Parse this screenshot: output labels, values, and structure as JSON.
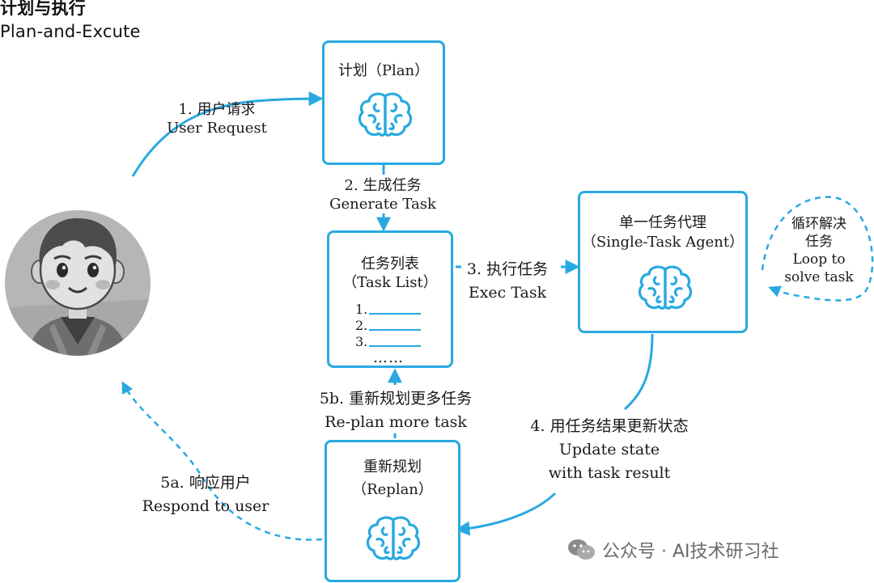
{
  "title": {
    "zh": "计划与执行",
    "en": "Plan-and-Excute"
  },
  "nodes": {
    "plan": {
      "label": "计划（Plan）"
    },
    "task_list": {
      "label_zh": "任务列表",
      "label_en": "（Task List）",
      "items": [
        "1.",
        "2.",
        "3."
      ],
      "more": "……"
    },
    "agent": {
      "label_zh": "单一任务代理",
      "label_en": "（Single-Task Agent）"
    },
    "replan": {
      "label_zh": "重新规划",
      "label_en": "（Replan）"
    },
    "user": {
      "avatar": "user-avatar"
    }
  },
  "edges": {
    "user_request": {
      "zh": "1. 用户请求",
      "en": "User Request"
    },
    "generate_task": {
      "zh": "2. 生成任务",
      "en": "Generate Task"
    },
    "exec_task": {
      "zh": "3. 执行任务",
      "en": "Exec Task"
    },
    "update_state": {
      "zh": "4. 用任务结果更新状态",
      "en1": "Update state",
      "en2": "with task result"
    },
    "replan_more": {
      "zh": "5b. 重新规划更多任务",
      "en": "Re-plan more task"
    },
    "respond_user": {
      "zh": "5a. 响应用户",
      "en": "Respond to user"
    },
    "loop": {
      "zh1": "循环解决",
      "zh2": "任务",
      "en1": "Loop to",
      "en2": "solve task"
    }
  },
  "watermark": {
    "text": "公众号 · AI技术研习社",
    "icon": "wechat-icon"
  },
  "colors": {
    "accent": "#29a9e1",
    "text": "#1a1a1a",
    "watermark": "#6a6a6a"
  }
}
